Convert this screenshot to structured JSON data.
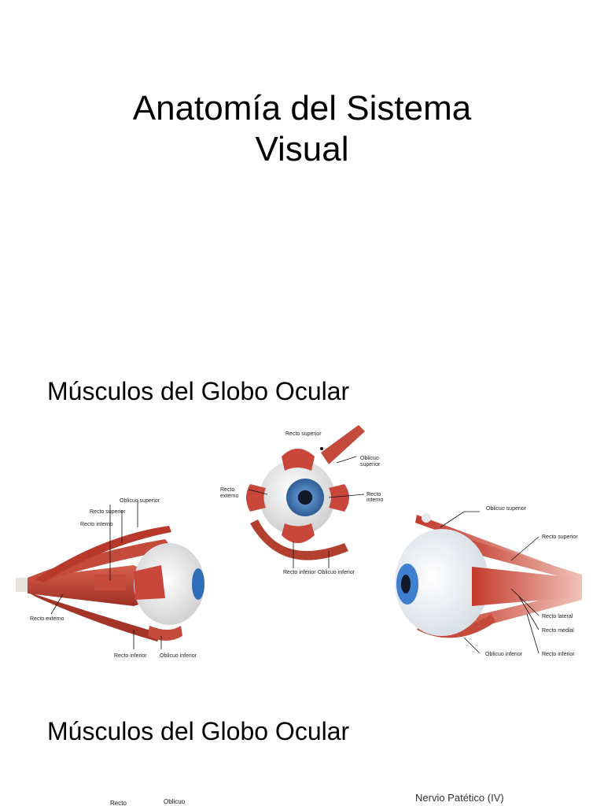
{
  "slide": {
    "title_line1": "Anatomía del Sistema",
    "title_line2": "Visual"
  },
  "section1": {
    "heading": "Músculos del Globo Ocular"
  },
  "section2": {
    "heading": "Músculos del Globo Ocular"
  },
  "lateral_view": {
    "labels": {
      "oblicuo_superior": "Oblicuo superior",
      "recto_superior": "Recto superior",
      "recto_interno": "Recto interno",
      "recto_externo": "Recto externo",
      "recto_inferior": "Recto inferior",
      "oblicuo_inferior": "Oblicuo inferior"
    }
  },
  "front_view": {
    "labels": {
      "recto_superior": "Recto superior",
      "oblicuo_superior_1": "Oblicuo",
      "oblicuo_superior_2": "superior",
      "recto_externo_1": "Recto",
      "recto_externo_2": "externo",
      "recto_interno_1": "Recto",
      "recto_interno_2": "interno",
      "recto_inferior": "Recto inferior",
      "oblicuo_inferior": "Oblicuo inferior"
    }
  },
  "right_view": {
    "labels": {
      "oblicuo_superior": "Oblicuo superior",
      "recto_superior": "Recto superior",
      "recto_lateral": "Recto lateral",
      "recto_medial": "Recto medial",
      "oblicuo_inferior": "Oblicuo inferior",
      "recto_inferior": "Recto inferior"
    }
  },
  "bottom_strip": {
    "recto": "Recto",
    "oblicuo": "Oblicuo",
    "nervio": "Nervio Patético (IV)"
  },
  "colors": {
    "muscle": "#c8473a",
    "muscle_light": "#e07a66",
    "sclera": "#f2f2f2",
    "iris": "#3a6fb0"
  }
}
